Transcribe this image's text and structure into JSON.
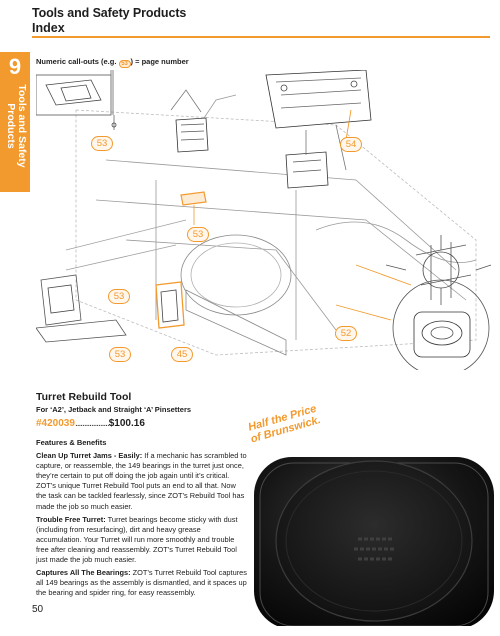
{
  "header": {
    "title": "Tools and Safety Products",
    "subtitle": "Index"
  },
  "side_tab": {
    "number": "9",
    "label": "Tools and Safety Products",
    "color": "#f29a2e"
  },
  "callout_note": {
    "before": "Numeric call-outs (e.g.",
    "badge": "53",
    "after": ") = page number"
  },
  "diagram": {
    "callouts": [
      "53",
      "54",
      "53",
      "53",
      "52",
      "53",
      "45"
    ]
  },
  "product": {
    "title": "Turret Rebuild Tool",
    "subtitle": "For ‘A2’, Jetback and Straight ‘A’ Pinsetters",
    "part_number": "#420039",
    "dots": "...................",
    "price": "$100.16",
    "promo": "Half the Price of Brunswick.",
    "features_heading": "Features & Benefits",
    "features": [
      {
        "title": "Clean Up Turret Jams - Easily:",
        "text": " If a mechanic has scrambled to capture, or reassemble, the 149 bearings in the turret just once, they’re certain to put off doing the job again until it’s critical. ZOT’s unique Turret Rebuild Tool puts an end to all that. Now the task can be tackled fearlessly, since ZOT’s Rebuild Tool has made the job so much easier."
      },
      {
        "title": "Trouble Free Turret:",
        "text": " Turret bearings become sticky with dust (including from resurfacing), dirt and heavy grease accumulation. Your Turret will run more smoothly and trouble free after cleaning and reassembly. ZOT’s Turret Rebuild Tool just made the job much easier."
      },
      {
        "title": "Captures All The Bearings:",
        "text": " ZOT’s Turret Rebuild Tool captures all 149 bearings as the assembly is dismantled, and it spaces up the bearing and spider ring, for easy reassembly."
      }
    ]
  },
  "page_number": "50",
  "colors": {
    "accent": "#f29a2e",
    "text": "#1e1e1e"
  }
}
